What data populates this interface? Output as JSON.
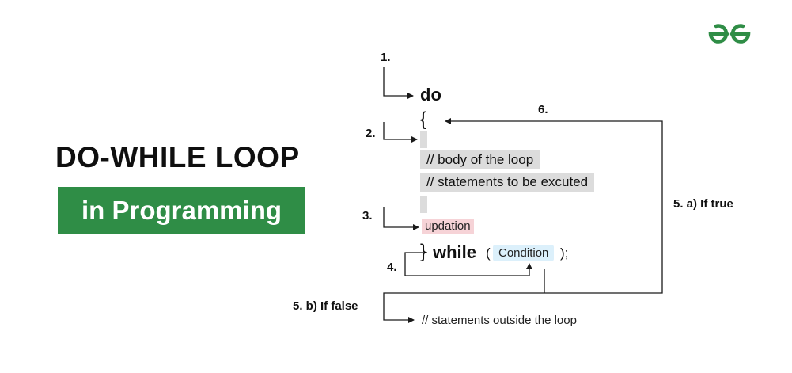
{
  "title": "DO-WHILE LOOP",
  "subtitle": "in Programming",
  "steps": {
    "s1": "1.",
    "s2": "2.",
    "s3": "3.",
    "s4": "4.",
    "s5a": "5. a)  If true",
    "s5b": "5. b) If false",
    "s6": "6."
  },
  "code": {
    "do_keyword": "do",
    "open_brace": "{",
    "body_line_1": "// body of the loop",
    "body_line_2": "// statements to be excuted",
    "update": "updation",
    "close_brace": "}",
    "while_keyword": "while",
    "open_paren": "(",
    "condition": "Condition",
    "close_paren": ");",
    "outside": "// statements outside the loop"
  },
  "colors": {
    "brand_green": "#2f8d46",
    "highlight_gray": "#dcdcdc",
    "highlight_pink": "#f6d3d7",
    "highlight_blue": "#dcf0fb",
    "line": "#1a1a1a"
  },
  "icons": {
    "logo": "geeksforgeeks-logo-icon"
  }
}
